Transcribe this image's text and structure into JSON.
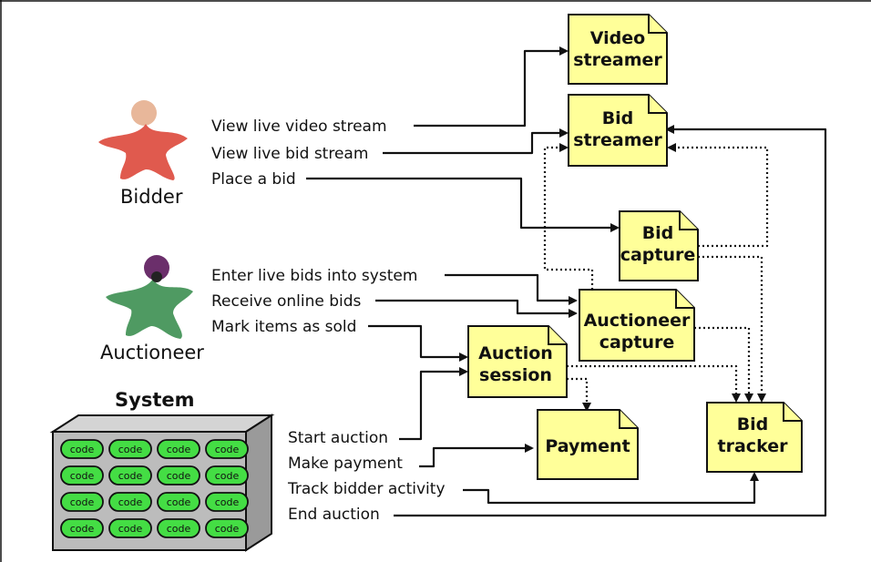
{
  "actors": {
    "bidder": "Bidder",
    "auctioneer": "Auctioneer",
    "system": "System"
  },
  "bidder_actions": [
    "View live video stream",
    "View live bid stream",
    "Place a bid"
  ],
  "auctioneer_actions": [
    "Enter live bids into system",
    "Receive online bids",
    "Mark items as sold"
  ],
  "system_actions": [
    "Start auction",
    "Make payment",
    "Track bidder activity",
    "End auction"
  ],
  "services": {
    "video_streamer": [
      "Video",
      "streamer"
    ],
    "bid_streamer": [
      "Bid",
      "streamer"
    ],
    "bid_capture": [
      "Bid",
      "capture"
    ],
    "auctioneer_capture": [
      "Auctioneer",
      "capture"
    ],
    "auction_session": [
      "Auction",
      "session"
    ],
    "payment": [
      "Payment"
    ],
    "bid_tracker": [
      "Bid",
      "tracker"
    ]
  },
  "chip_label": "code",
  "colors": {
    "service_fill": "#ffff99",
    "bidder": "#e05a4e",
    "bidder_head": "#e8b79a",
    "auctioneer": "#4f9a62",
    "auctioneer_head": "#6b2f6b",
    "chip": "#44dd44",
    "rack": "#bcbcbc"
  }
}
